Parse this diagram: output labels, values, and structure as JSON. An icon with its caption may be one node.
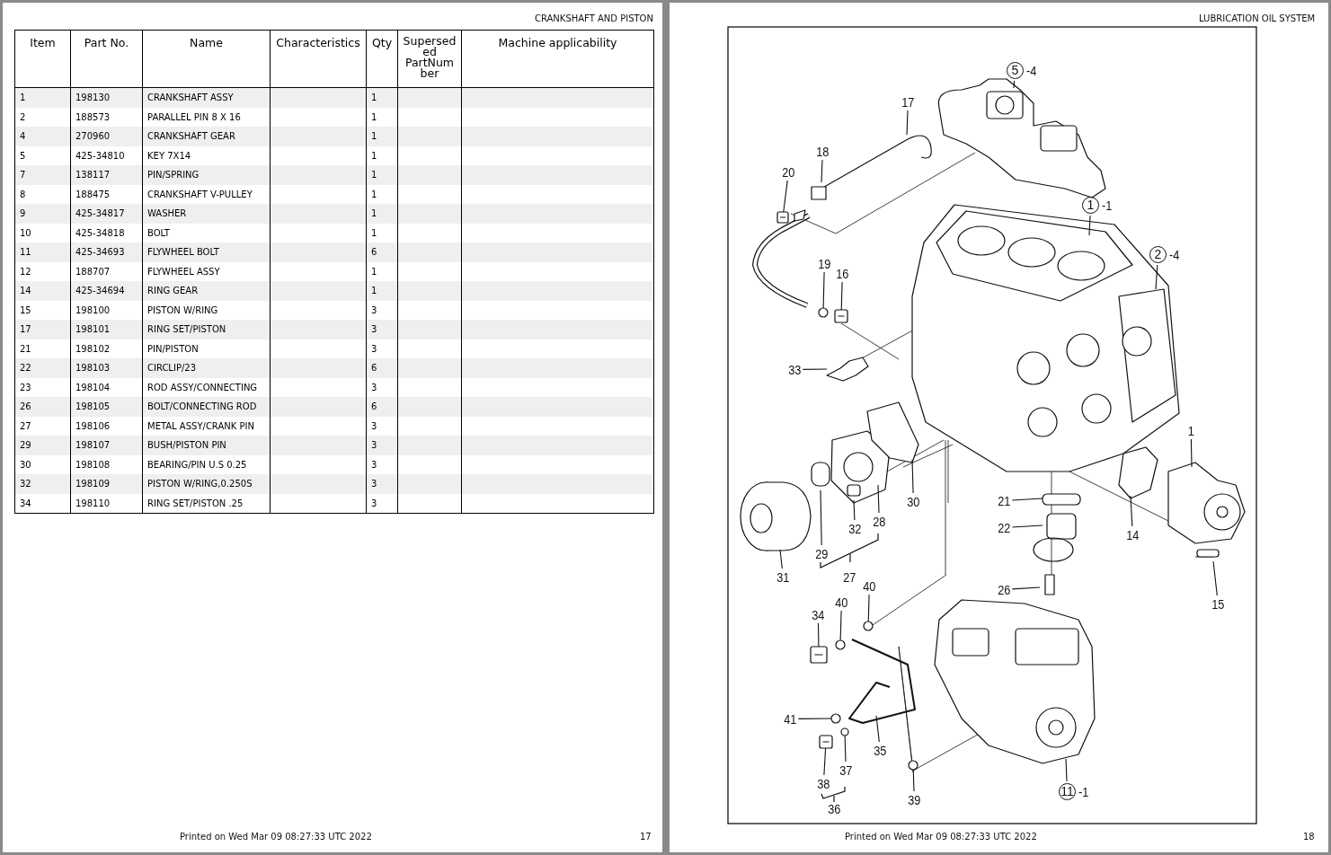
{
  "diagram": {
    "nodes": [
      {
        "text": [
          "5"
        ],
        "beside": [
          "-4"
        ]
      },
      {
        "text": [
          "17"
        ]
      },
      {
        "text": [
          "18"
        ]
      },
      {
        "text": [
          "20"
        ]
      },
      {
        "text": [
          "1"
        ],
        "beside": [
          "-1"
        ]
      },
      {
        "text": [
          "2"
        ],
        "beside": [
          "-4"
        ]
      },
      {
        "text": [
          "19"
        ]
      },
      {
        "text": [
          "16"
        ]
      },
      {
        "text": [
          "33"
        ]
      },
      {
        "text": [
          "1"
        ]
      },
      {
        "text": [
          "30"
        ]
      },
      {
        "text": [
          "21"
        ]
      },
      {
        "text": [
          "22"
        ]
      },
      {
        "text": [
          "14"
        ]
      },
      {
        "text": [
          "29"
        ]
      },
      {
        "text": [
          "32"
        ]
      },
      {
        "text": [
          "28"
        ]
      },
      {
        "text": [
          "31"
        ]
      },
      {
        "text": [
          "15"
        ]
      },
      {
        "text": [
          "26"
        ]
      },
      {
        "text": [
          "40"
        ]
      },
      {
        "text": [
          "40"
        ]
      },
      {
        "text": [
          "34"
        ]
      },
      {
        "text": [
          "41"
        ]
      },
      {
        "text": [
          "35"
        ]
      },
      {
        "text": [
          "38"
        ]
      },
      {
        "text": [
          "37"
        ]
      },
      {
        "text": [
          "39"
        ]
      },
      {
        "text": [
          "11"
        ],
        "beside": [
          "-1"
        ]
      },
      {
        "text": [],
        "shape": "picture"
      },
      {
        "text": [],
        "shape": "circle"
      },
      {
        "text": [],
        "shape": "circle"
      },
      {
        "text": [],
        "shape": "circle"
      },
      {
        "text": [],
        "shape": "picture"
      },
      {
        "text": [],
        "shape": "circle"
      },
      {
        "text": [],
        "shape": "picture"
      },
      {
        "text": [],
        "shape": "circle"
      },
      {
        "text": [],
        "shape": "circle"
      },
      {
        "text": [],
        "shape": "picture"
      }
    ],
    "edges": [
      {
        "from": 0,
        "to": null,
        "arrow": "none"
      },
      {
        "from": 1,
        "to": null,
        "arrow": "none"
      },
      {
        "from": 2,
        "to": null,
        "arrow": "none"
      },
      {
        "from": 3,
        "to": 29,
        "arrow": "none"
      },
      {
        "from": 4,
        "to": null,
        "arrow": "none"
      },
      {
        "from": 5,
        "to": null,
        "arrow": "none"
      },
      {
        "from": 6,
        "to": 30,
        "arrow": "none"
      },
      {
        "from": 7,
        "to": 38,
        "arrow": "none"
      },
      {
        "from": 8,
        "to": null,
        "arrow": "none"
      },
      {
        "from": 9,
        "to": null,
        "arrow": "none"
      },
      {
        "from": 10,
        "to": null,
        "arrow": "none"
      },
      {
        "from": 11,
        "to": null,
        "arrow": "none"
      },
      {
        "from": 12,
        "to": null,
        "arrow": "none"
      },
      {
        "from": 13,
        "to": null,
        "arrow": "none"
      },
      {
        "from": 14,
        "to": null,
        "arrow": "none"
      },
      {
        "from": 15,
        "to": null,
        "arrow": "none"
      },
      {
        "from": 16,
        "to": null,
        "arrow": "none"
      },
      {
        "from": 17,
        "to": null,
        "arrow": "none"
      },
      {
        "from": 18,
        "to": null,
        "arrow": "none"
      },
      {
        "from": 19,
        "to": null,
        "arrow": "none"
      },
      {
        "from": 20,
        "to": 31,
        "arrow": "none"
      },
      {
        "from": 21,
        "to": 32,
        "arrow": "none"
      },
      {
        "from": 22,
        "to": 33,
        "arrow": "none"
      },
      {
        "from": 23,
        "to": 34,
        "arrow": "none"
      },
      {
        "from": 24,
        "to": null,
        "arrow": "none"
      },
      {
        "from": 25,
        "to": 35,
        "arrow": "none"
      },
      {
        "from": 26,
        "to": 36,
        "arrow": "none"
      },
      {
        "from": 27,
        "to": 37,
        "arrow": "none"
      },
      {
        "from": 28,
        "to": null,
        "arrow": "none"
      }
    ],
    "labels": [
      "CRANKSHAFT AND PISTON",
      "Item",
      "Part No.",
      "Name",
      "Characteristics",
      "Qty",
      "Superseded PartNumber",
      "Machine applicability",
      "1",
      "198130",
      "CRANKSHAFT ASSY",
      "1",
      "2",
      "188573",
      "PARALLEL PIN 8 X 16",
      "1",
      "4",
      "270960",
      "CRANKSHAFT GEAR",
      "1",
      "5",
      "425-34810",
      "KEY 7X14",
      "1",
      "7",
      "138117",
      "PIN/SPRING",
      "1",
      "8",
      "188475",
      "CRANKSHAFT V-PULLEY",
      "1",
      "9",
      "425-34817",
      "WASHER",
      "1",
      "10",
      "425-34818",
      "BOLT",
      "1",
      "11",
      "425-34693",
      "FLYWHEEL BOLT",
      "6",
      "12",
      "188707",
      "FLYWHEEL ASSY",
      "1",
      "14",
      "425-34694",
      "RING GEAR",
      "1",
      "15",
      "198100",
      "PISTON W/RING",
      "3",
      "17",
      "198101",
      "RING SET/PISTON",
      "3",
      "21",
      "198102",
      "PIN/PISTON",
      "3",
      "22",
      "198103",
      "CIRCLIP/23",
      "6",
      "23",
      "198104",
      "ROD ASSY/CONNECTING",
      "3",
      "26",
      "198105",
      "BOLT/CONNECTING ROD",
      "6",
      "27",
      "198106",
      "METAL ASSY/CRANK PIN",
      "3",
      "29",
      "198107",
      "BUSH/PISTON PIN",
      "3",
      "30",
      "198108",
      "BEARING/PIN U.S 0.25",
      "3",
      "32",
      "198109",
      "PISTON W/RING,0.250S",
      "3",
      "34",
      "198110",
      "RING SET/PISTON .25",
      "3",
      "Printed on Wed Mar 09 08:27:33 UTC 2022",
      "17",
      "LUBRICATION OIL SYSTEM",
      "27",
      "36",
      "Printed on Wed Mar 09 08:27:33 UTC 2022",
      "18"
    ]
  }
}
